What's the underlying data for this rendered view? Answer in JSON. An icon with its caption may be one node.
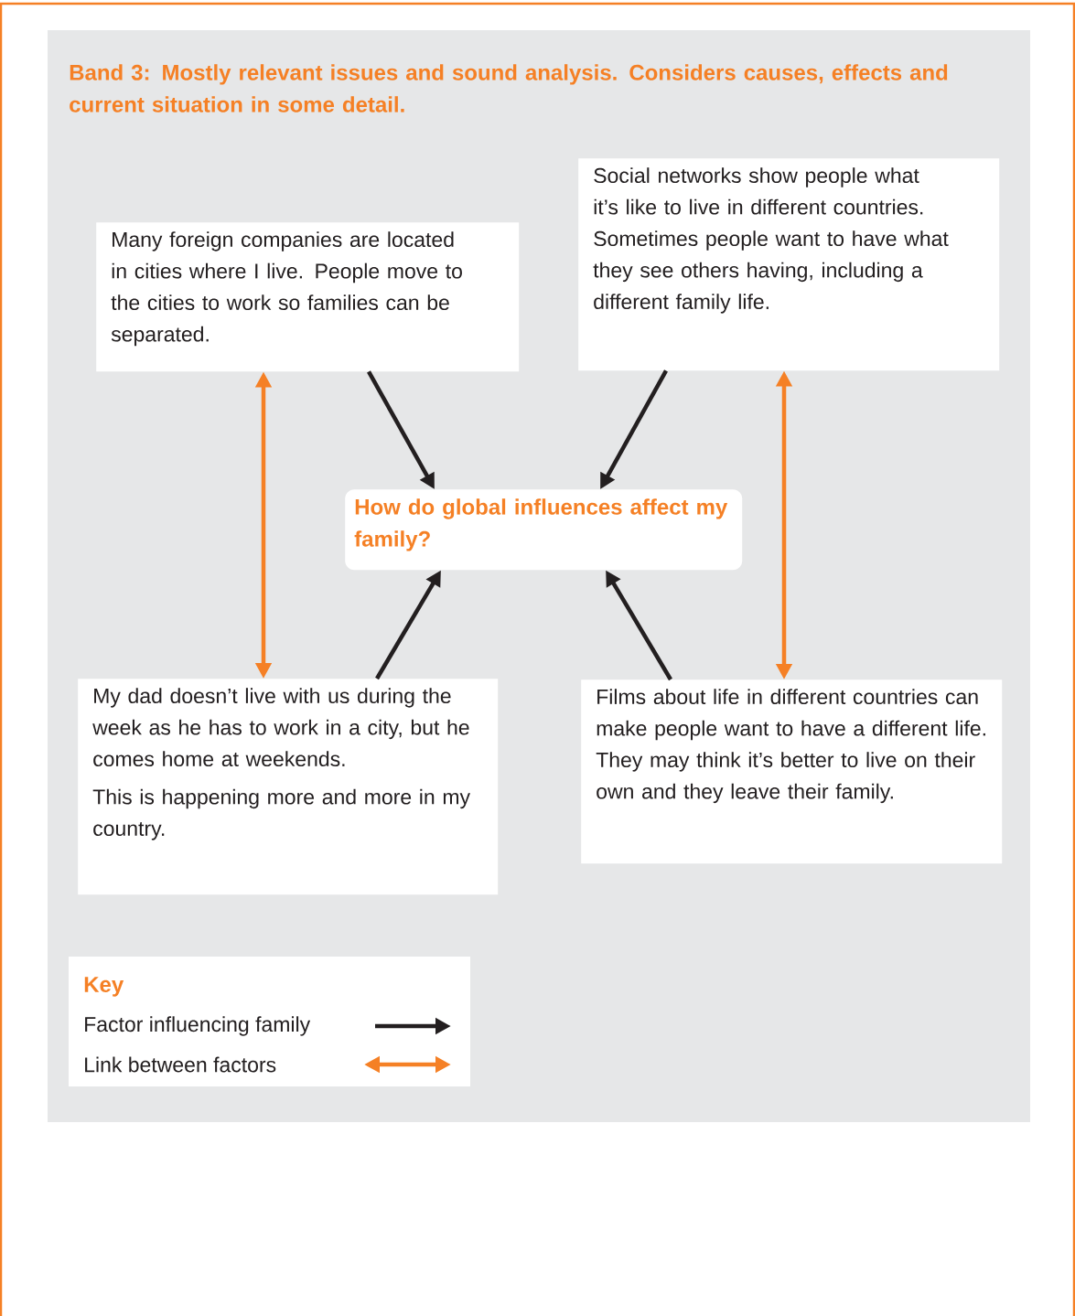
{
  "diagram": {
    "title": "Band 3: Mostly relevant issues and sound analysis. Considers causes, effects and current situation in some detail.",
    "nodes": [
      {
        "text": [
          "Many foreign companies are located in cities where I live. People move to the cities to work so families can be separated."
        ]
      },
      {
        "text": [
          "Social networks show people what it’s like to live in different countries. Sometimes people want to have what they see others having, including a different family life."
        ]
      },
      {
        "text": [
          "How do global influences affect my family?"
        ]
      },
      {
        "text": [
          "My dad doesn’t live with us during the week as he has to work in a city, but he comes home at weekends.",
          "This is happening more and more in my country."
        ]
      },
      {
        "text": [
          "Films about life in different countries can make people want to have a different life. They may think it’s better to live on their own and they leave their family."
        ]
      }
    ],
    "edges": [
      {
        "from": 0,
        "to": 2,
        "arrow": "to"
      },
      {
        "from": 1,
        "to": 2,
        "arrow": "to"
      },
      {
        "from": 3,
        "to": 2,
        "arrow": "to"
      },
      {
        "from": 4,
        "to": 2,
        "arrow": "to"
      },
      {
        "from": 0,
        "to": 3,
        "arrow": "both",
        "color": "#f58025"
      },
      {
        "from": 1,
        "to": 4,
        "arrow": "both",
        "color": "#f58025"
      }
    ],
    "labels": [
      "Key"
    ],
    "legend": [
      {
        "text": "Factor influencing family"
      },
      {
        "text": "Link between factors"
      }
    ]
  }
}
